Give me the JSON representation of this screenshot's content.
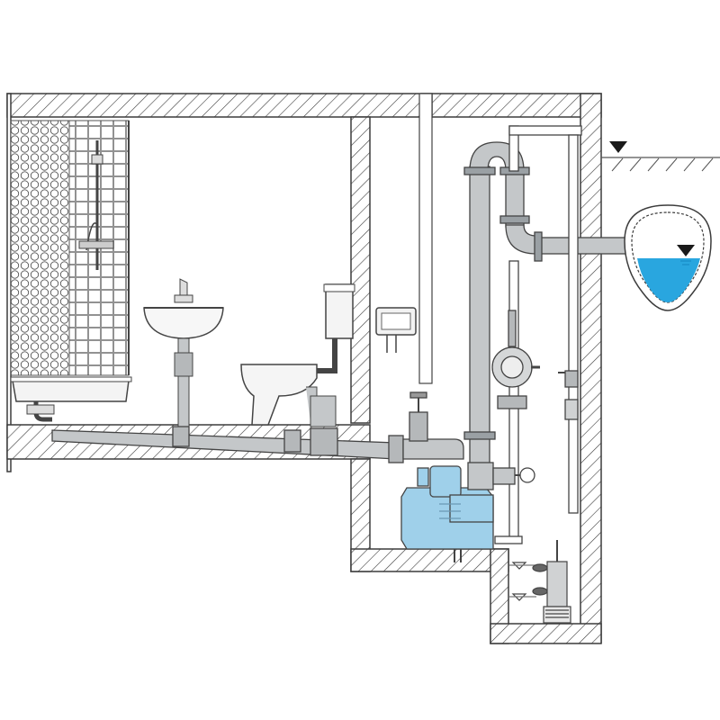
{
  "diagram": {
    "components": [
      {
        "id": "bathtub-shower",
        "kind": "sanitary-fixture"
      },
      {
        "id": "washbasin",
        "kind": "sanitary-fixture"
      },
      {
        "id": "toilet",
        "kind": "sanitary-fixture"
      },
      {
        "id": "control-box",
        "kind": "electrical"
      },
      {
        "id": "lifting-station",
        "kind": "pump-unit"
      },
      {
        "id": "gate-valve",
        "kind": "valve"
      },
      {
        "id": "check-valve",
        "kind": "valve"
      },
      {
        "id": "pressure-pipe-loop",
        "kind": "pipe"
      },
      {
        "id": "sewer",
        "kind": "receiver"
      },
      {
        "id": "sump-drainage-pump",
        "kind": "pump"
      }
    ],
    "symbols": [
      "ground-level-marker",
      "water-level-marker",
      "float-switch-level-marker"
    ]
  },
  "colors": {
    "pipe_fill": "#bfc3c6",
    "pipe_stroke": "#4a4d50",
    "wall_stroke": "#3c3c3c",
    "pump_unit": "#9fd0ea",
    "water": "#29a6df",
    "water_dark": "#1485c2"
  }
}
